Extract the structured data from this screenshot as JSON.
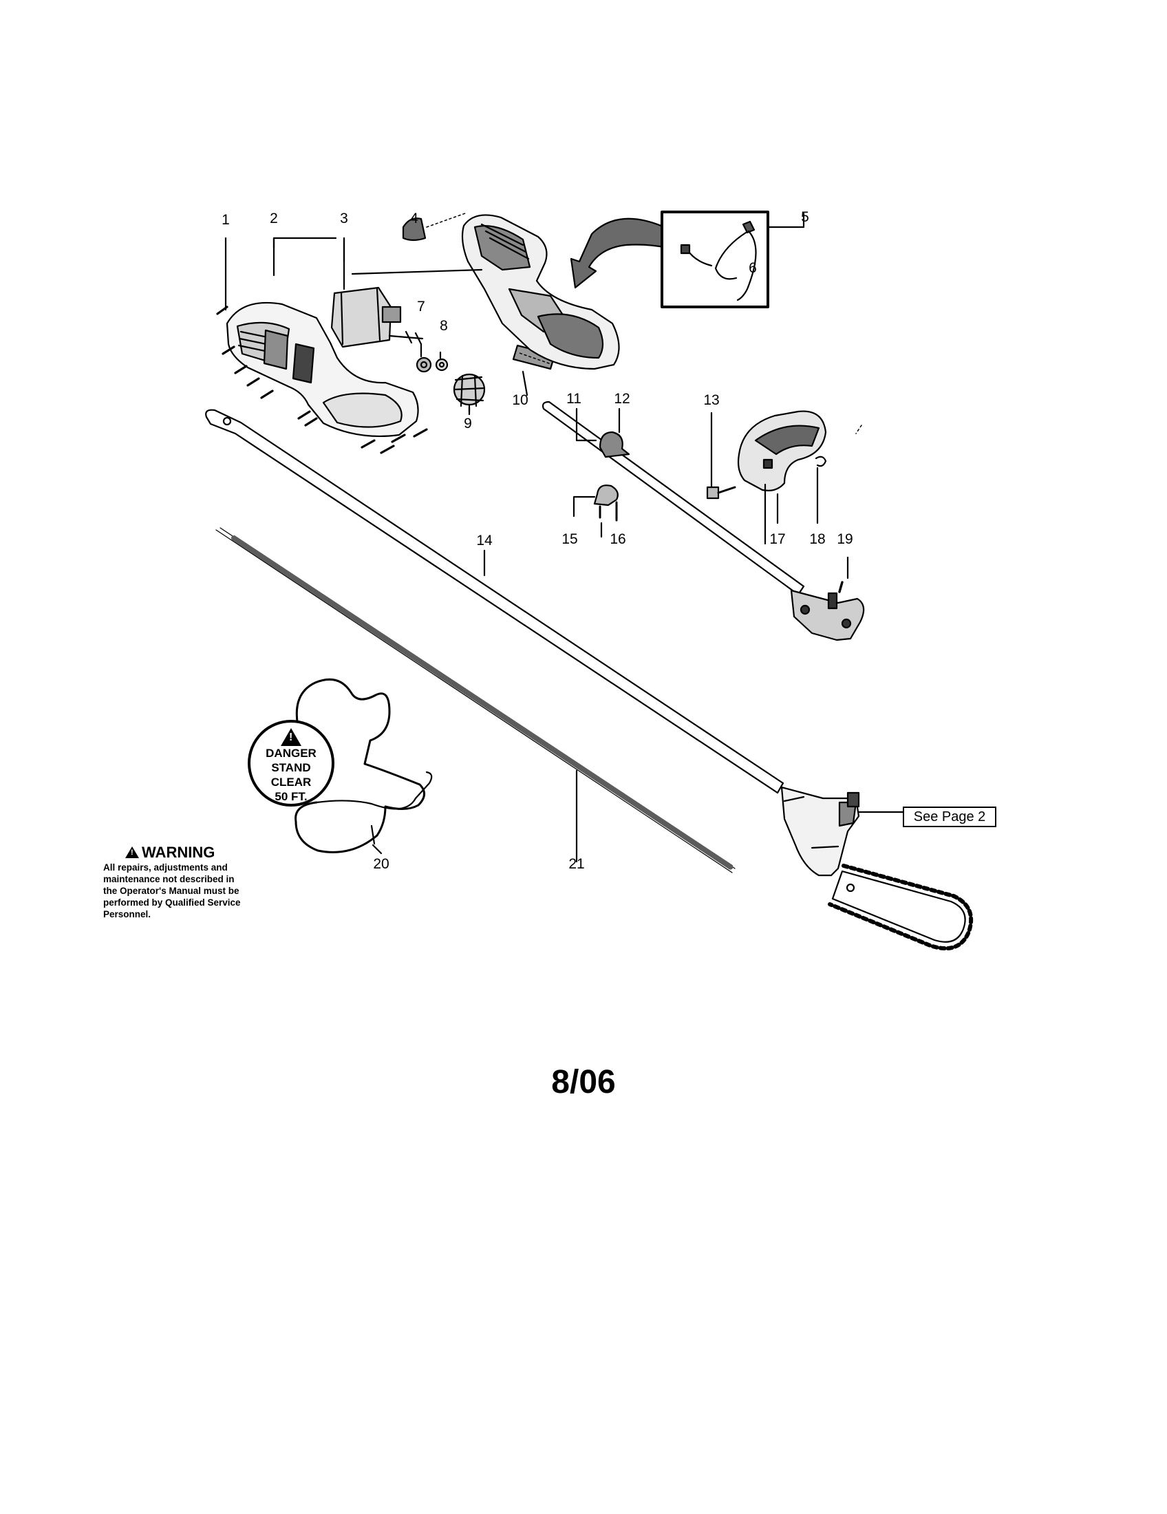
{
  "part_numbers": [
    "1",
    "2",
    "3",
    "4",
    "5",
    "6",
    "7",
    "8",
    "9",
    "10",
    "11",
    "12",
    "13",
    "14",
    "15",
    "16",
    "17",
    "18",
    "19",
    "20",
    "21"
  ],
  "reference_note": "See Page 2",
  "danger_label": {
    "symbol": "!",
    "lines": [
      "DANGER",
      "STAND",
      "CLEAR",
      "50 FT."
    ]
  },
  "warning": {
    "heading": "WARNING",
    "symbol": "!",
    "lines": [
      "All repairs, adjustments and",
      "maintenance not described in",
      "the Operator's Manual must be",
      "performed by Qualified Service",
      "Personnel."
    ]
  },
  "date_code": "8/06"
}
